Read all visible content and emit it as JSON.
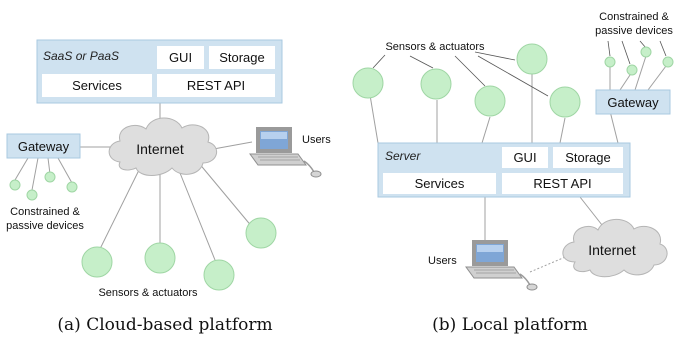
{
  "cloud_panel": {
    "platform_label": "SaaS or PaaS",
    "gui": "GUI",
    "storage": "Storage",
    "services": "Services",
    "rest_api": "REST API",
    "internet": "Internet",
    "gateway": "Gateway",
    "users": "Users",
    "constrained_line1": "Constrained &",
    "constrained_line2": "passive devices",
    "sensors": "Sensors & actuators",
    "caption": "(a) Cloud-based platform"
  },
  "local_panel": {
    "sensors": "Sensors & actuators",
    "constrained_line1": "Constrained &",
    "constrained_line2": "passive devices",
    "gateway": "Gateway",
    "server_label": "Server",
    "gui": "GUI",
    "storage": "Storage",
    "services": "Services",
    "rest_api": "REST API",
    "users": "Users",
    "internet": "Internet",
    "caption": "(b) Local platform"
  },
  "colors": {
    "panel_fill": "#cfe2f0",
    "panel_stroke": "#a9c9e0",
    "box_fill": "#ffffff",
    "node_fill": "#c6efc9",
    "node_stroke": "#9fd6a4",
    "cloud_fill": "#dedede",
    "cloud_stroke": "#b5b5b5",
    "line": "#a0a0a0"
  }
}
